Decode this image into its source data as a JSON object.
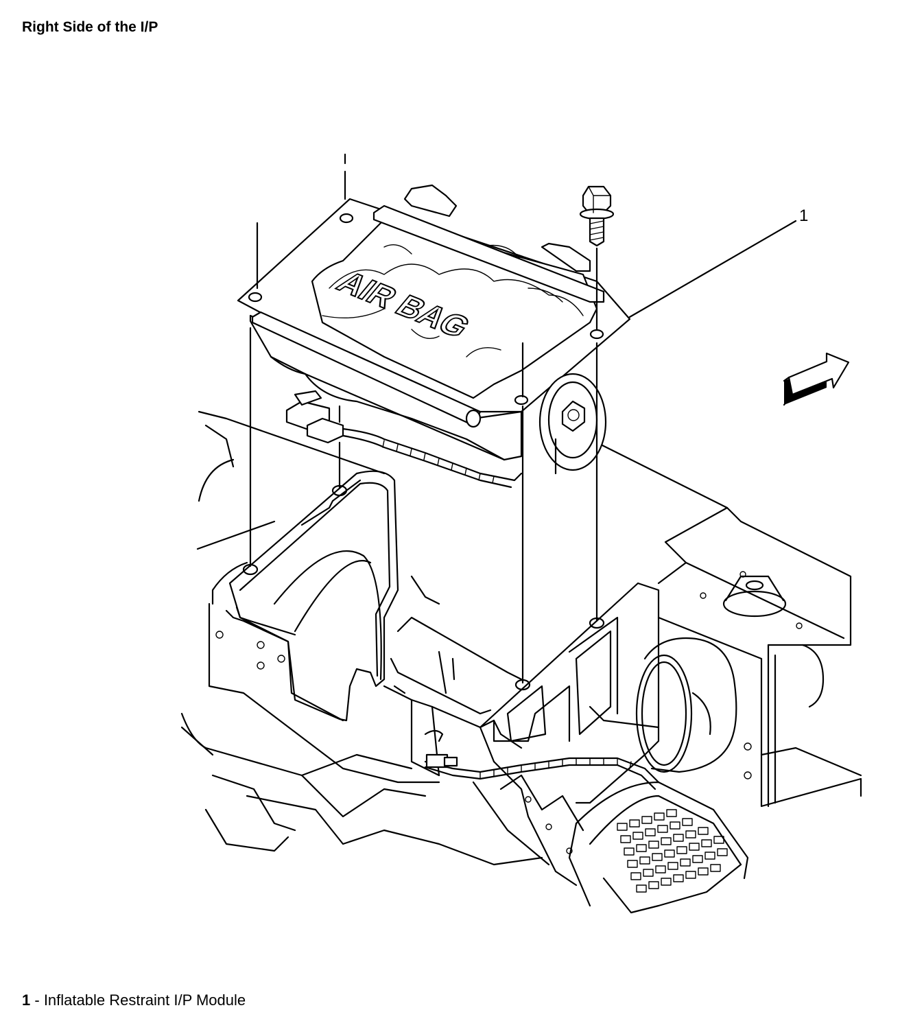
{
  "title": "Right Side of the I/P",
  "diagram": {
    "module_label": "AIR BAG",
    "callouts": [
      {
        "number": "1"
      }
    ]
  },
  "legend": [
    {
      "number": "1",
      "separator": " - ",
      "description": "Inflatable Restraint I/P Module"
    }
  ],
  "icons": [
    "bolt-icon",
    "direction-arrow-icon"
  ]
}
